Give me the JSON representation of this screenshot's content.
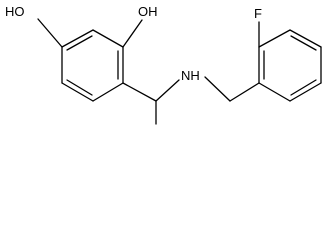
{
  "molecule": {
    "atom_labels": {
      "hydroxyl_left": "HO",
      "hydroxyl_right": "OH",
      "amine": "NH",
      "fluorine": "F"
    },
    "colors": {
      "bond": "#000000",
      "label": "#000000",
      "background": "#ffffff"
    }
  }
}
